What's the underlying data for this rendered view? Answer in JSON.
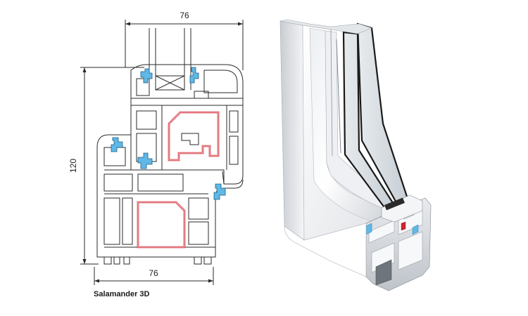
{
  "drawing": {
    "top_width_label": "76",
    "height_label": "120",
    "bottom_width_label": "76",
    "caption": "Salamander 3D"
  },
  "colors": {
    "outline": "#2a2a2a",
    "seal_blue": "#5fb8e6",
    "reinforcement_red": "#d0242c",
    "render_light": "#f2f3f5",
    "render_shadow": "#9aa0a6",
    "glass": "#cfd6dc"
  }
}
